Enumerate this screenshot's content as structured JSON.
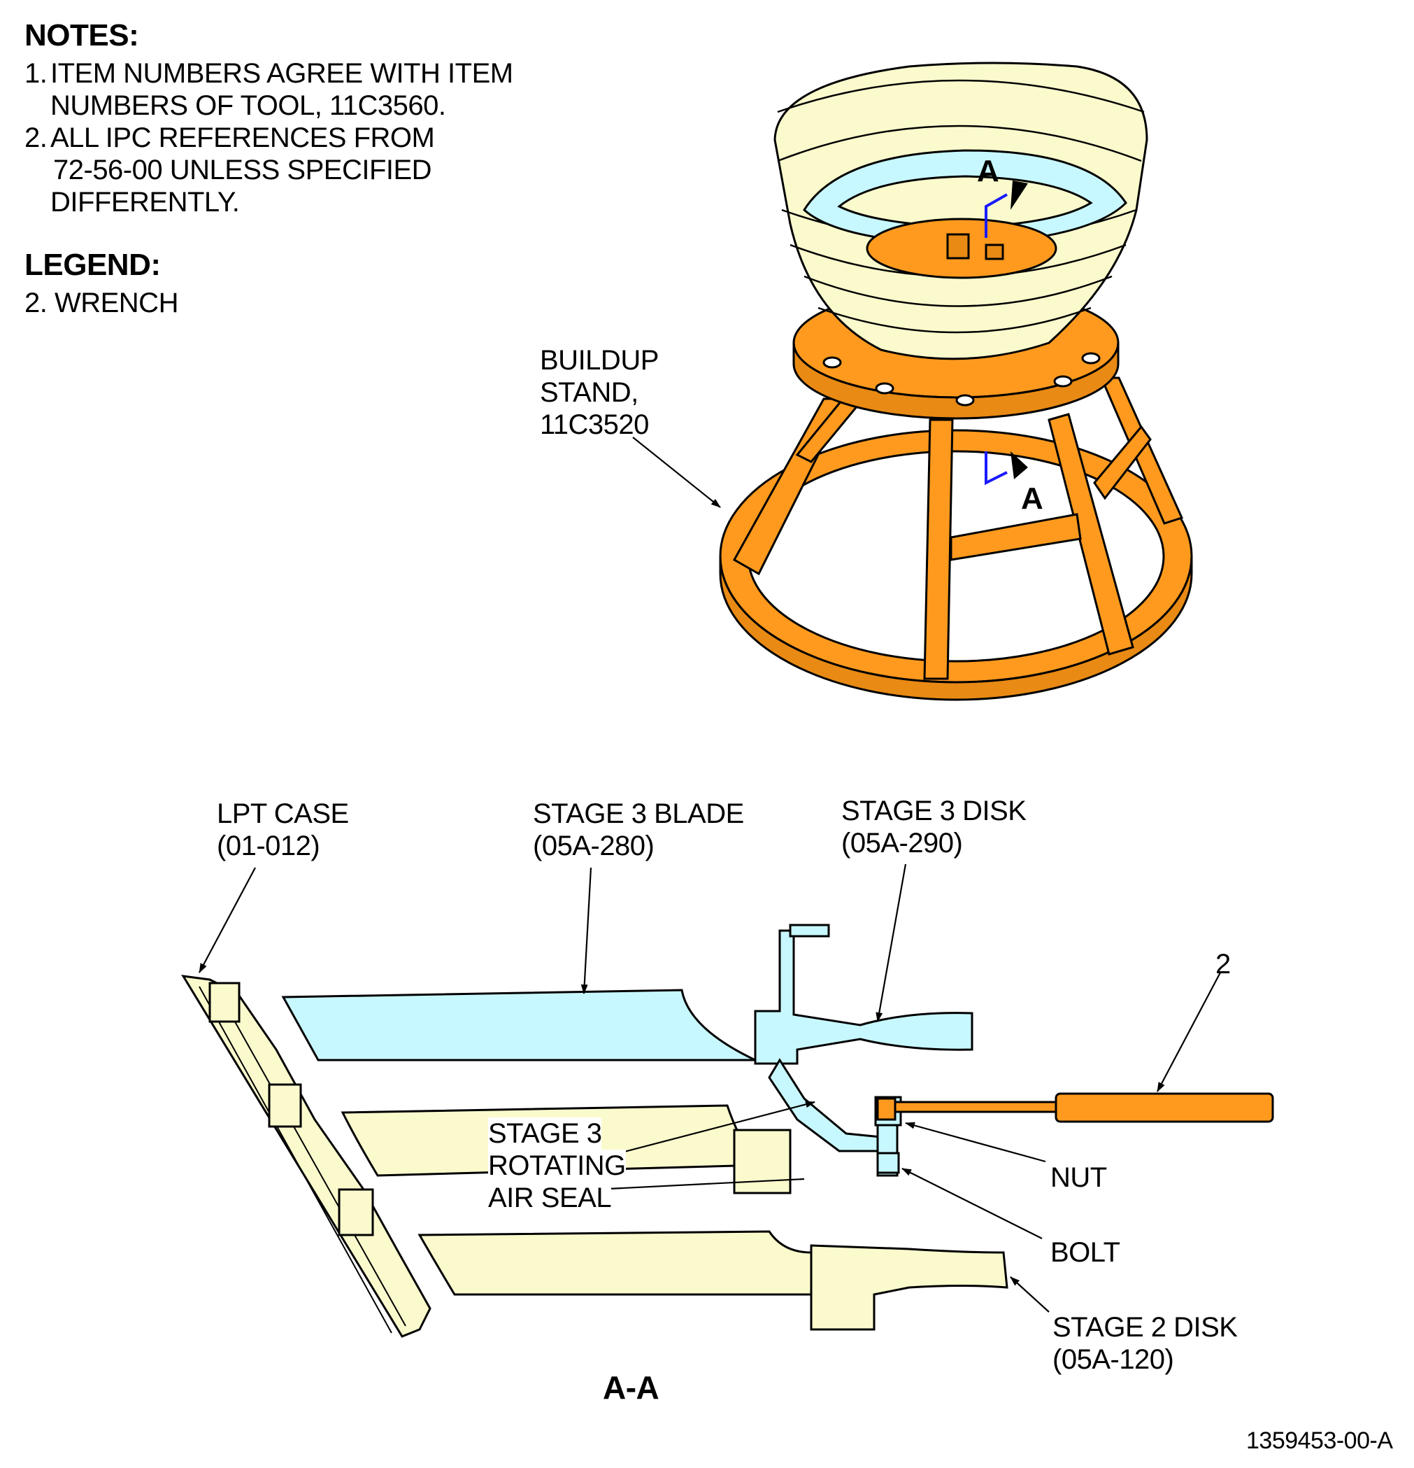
{
  "notes": {
    "title": "NOTES:",
    "items": [
      {
        "num": "1.",
        "lines": [
          "ITEM NUMBERS AGREE WITH ITEM",
          "NUMBERS OF TOOL, 11C3560."
        ]
      },
      {
        "num": "2.",
        "lines": [
          "ALL IPC REFERENCES FROM",
          "72-56-00 UNLESS SPECIFIED",
          "DIFFERENTLY."
        ]
      }
    ]
  },
  "legend": {
    "title": "LEGEND:",
    "items": [
      "2. WRENCH"
    ]
  },
  "top_view": {
    "stand_label": [
      "BUILDUP",
      "STAND,",
      "11C3520"
    ],
    "section_marker": "A"
  },
  "section_view": {
    "title": "A-A",
    "labels": {
      "lpt_case": [
        "LPT CASE",
        "(01-012)"
      ],
      "stage3_blade": [
        "STAGE 3 BLADE",
        "(05A-280)"
      ],
      "stage3_disk": [
        "STAGE 3 DISK",
        "(05A-290)"
      ],
      "wrench": "2",
      "air_seal": [
        "STAGE 3",
        "ROTATING",
        "AIR SEAL"
      ],
      "nut": "NUT",
      "bolt": "BOLT",
      "stage2_disk": [
        "STAGE 2 DISK",
        "(05A-120)"
      ]
    }
  },
  "figure_id": "1359453-00-A",
  "colors": {
    "case_fill": "#fafacd",
    "blade_fill": "#c8f8ff",
    "stand_fill": "#ff9a1e",
    "marker_line": "#1a1aff",
    "outline": "#000000"
  }
}
